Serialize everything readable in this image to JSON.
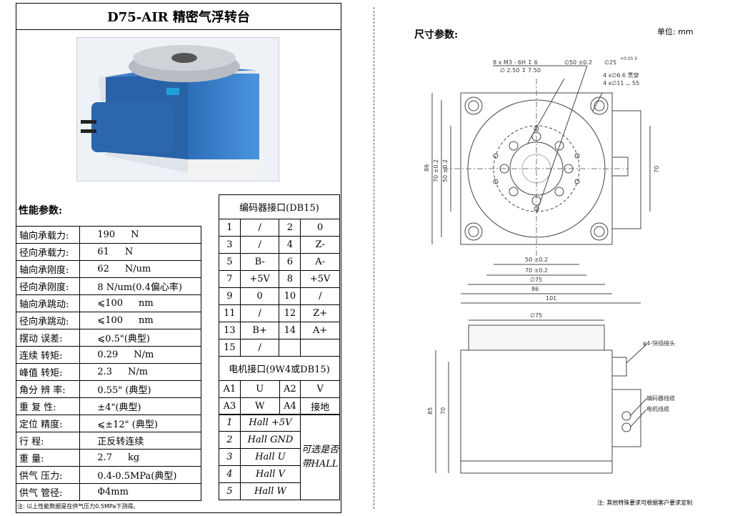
{
  "title": "D75-AIR 精密气浮转台",
  "performance_header": "性能参数:",
  "specs": [
    {
      "name": "轴向承载力:",
      "value": "190",
      "unit": "N"
    },
    {
      "name": "径向承载力:",
      "value": "61",
      "unit": "N"
    },
    {
      "name": "轴向承刚度:",
      "value": "62",
      "unit": "N/um"
    },
    {
      "name": "径向承刚度:",
      "value": "8 N/um(0.4偏心率)",
      "unit": ""
    },
    {
      "name": "轴向承跳动:",
      "value": "⩽100",
      "unit": "nm"
    },
    {
      "name": "径向承跳动:",
      "value": "⩽100",
      "unit": "nm"
    },
    {
      "name": "摆动  误差:",
      "value": "⩽0.5\"(典型)",
      "unit": ""
    },
    {
      "name": "连续  转矩:",
      "value": "0.29",
      "unit": "N/m"
    },
    {
      "name": "峰值  转矩:",
      "value": "2.3",
      "unit": "N/m"
    },
    {
      "name": "角分 辨 率:",
      "value": "0.55\" (典型)",
      "unit": ""
    },
    {
      "name": "重  复  性:",
      "value": "±4\"(典型)",
      "unit": ""
    },
    {
      "name": "定位  精度:",
      "value": "⩽±12\" (典型)",
      "unit": ""
    },
    {
      "name": "行      程:",
      "value": "正反转连续",
      "unit": ""
    },
    {
      "name": "重      量:",
      "value": "2.7",
      "unit": "kg"
    },
    {
      "name": "供气  压力:",
      "value": "0.4-0.5MPa(典型)",
      "unit": ""
    },
    {
      "name": "供气  管径:",
      "value": "Φ4mm",
      "unit": ""
    }
  ],
  "spec_note": "注: 以上性能数据是在供气压力0.5MPa下测得。",
  "encoder_header": "编码器接口(DB15)",
  "encoder_rows": [
    [
      "1",
      "/",
      "2",
      "0"
    ],
    [
      "3",
      "/",
      "4",
      "Z-"
    ],
    [
      "5",
      "B-",
      "6",
      "A-"
    ],
    [
      "7",
      "+5V",
      "8",
      "+5V"
    ],
    [
      "9",
      "0",
      "10",
      "/"
    ],
    [
      "11",
      "/",
      "12",
      "Z+"
    ],
    [
      "13",
      "B+",
      "14",
      "A+"
    ],
    [
      "15",
      "/",
      "",
      ""
    ]
  ],
  "motor_header": "电机接口(9W4或DB15)",
  "motor_rows": [
    [
      "A1",
      "U",
      "A2",
      "V"
    ],
    [
      "A3",
      "W",
      "A4",
      "接地"
    ]
  ],
  "hall_rows": [
    [
      "1",
      "Hall +5V"
    ],
    [
      "2",
      "Hall GND"
    ],
    [
      "3",
      "Hall U"
    ],
    [
      "4",
      "Hall V"
    ],
    [
      "5",
      "Hall W"
    ]
  ],
  "hall_side_label": "可选是否带HALL",
  "dimensions_header": "尺寸参数:",
  "unit_label": "单位: mm",
  "drawing": {
    "callout_holes": "8 x M3 - 6H ↧ 6",
    "callout_holes2": "∅ 2.50 ↧ 7.50",
    "dia50": "∅50 ±0.2",
    "dia25": "∅25",
    "dia25_tol": "+0.05\n0",
    "mount_holes": "4 x∅6.6 贯穿",
    "mount_cbore": "4 x∅11 ⌴ 55",
    "dim_86_v": "86",
    "dim_70_v": "70 ±0.2",
    "dim_50_v": "50 ±0.2",
    "dim_70_r": "70",
    "dim_50_h": "50 ±0.2",
    "dim_70_h": "70 ±0.2",
    "dim_75_h": "∅75",
    "dim_86_h": "86",
    "dim_101_h": "101",
    "side_dia75": "∅75",
    "side_85": "85",
    "side_70": "70",
    "quick_connector": "φ4-快插接头",
    "encoder_cable": "编码器线缆",
    "motor_cable": "电机线缆"
  },
  "drawing_note": "注: 其他特殊要求可根据客户要求定制"
}
